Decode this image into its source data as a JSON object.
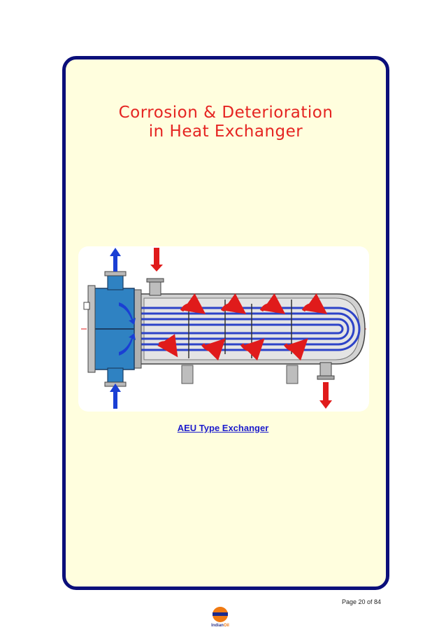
{
  "title": {
    "line1": "Corrosion & Deterioration",
    "line2": "in Heat Exchanger"
  },
  "figure": {
    "caption": "AEU Type Exchanger",
    "colors": {
      "tube": "#2d43c8",
      "shell": "#c9c9c9",
      "channel": "#2f82c2",
      "arrow_hot": "#e01b1b",
      "arrow_cold": "#1a3fd4"
    }
  },
  "footer": {
    "page_label": "Page 20 of 84",
    "logo_text_1": "Indian",
    "logo_text_2": "Oil"
  }
}
